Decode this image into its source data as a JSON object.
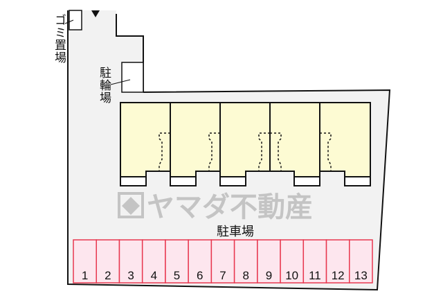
{
  "labels": {
    "garbage": "ゴミ置場",
    "bicycle": "駐輪場",
    "parking": "駐車場",
    "watermark": "ヤマダ不動産"
  },
  "parking_spaces": [
    "1",
    "2",
    "3",
    "4",
    "5",
    "6",
    "7",
    "8",
    "9",
    "10",
    "11",
    "12",
    "13"
  ],
  "units": [
    {
      "balcony": "left"
    },
    {
      "balcony": "left"
    },
    {
      "balcony": "left"
    },
    {
      "balcony": "right"
    },
    {
      "balcony": "right"
    }
  ],
  "colors": {
    "lot": "#f2f2f2",
    "building": "#fdfbd3",
    "parking_fill": "#fde6ee",
    "parking_border": "#e8374f",
    "watermark": "#c4c4c4"
  }
}
